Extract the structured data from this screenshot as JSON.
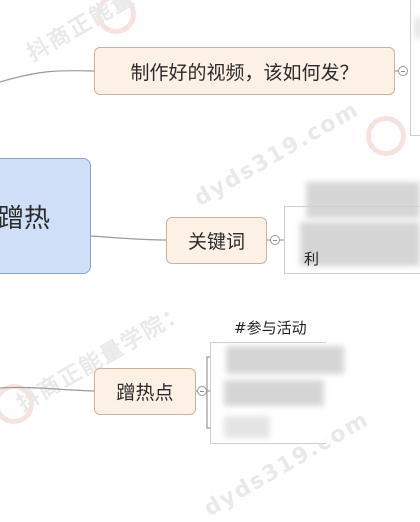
{
  "root": {
    "label": "蹭热"
  },
  "branches": [
    {
      "label": "制作好的视频，该如何发？"
    },
    {
      "label": "关键词",
      "child_label": "利"
    },
    {
      "label": "蹭热点",
      "child_header": "#参与活动"
    }
  ],
  "watermark": {
    "site_text": "dyds319.com",
    "brand_text": "抖商正能量学院："
  },
  "colors": {
    "root_fill": "#cfdff7",
    "node_fill": "#fdf1e6",
    "connector": "#999999"
  }
}
